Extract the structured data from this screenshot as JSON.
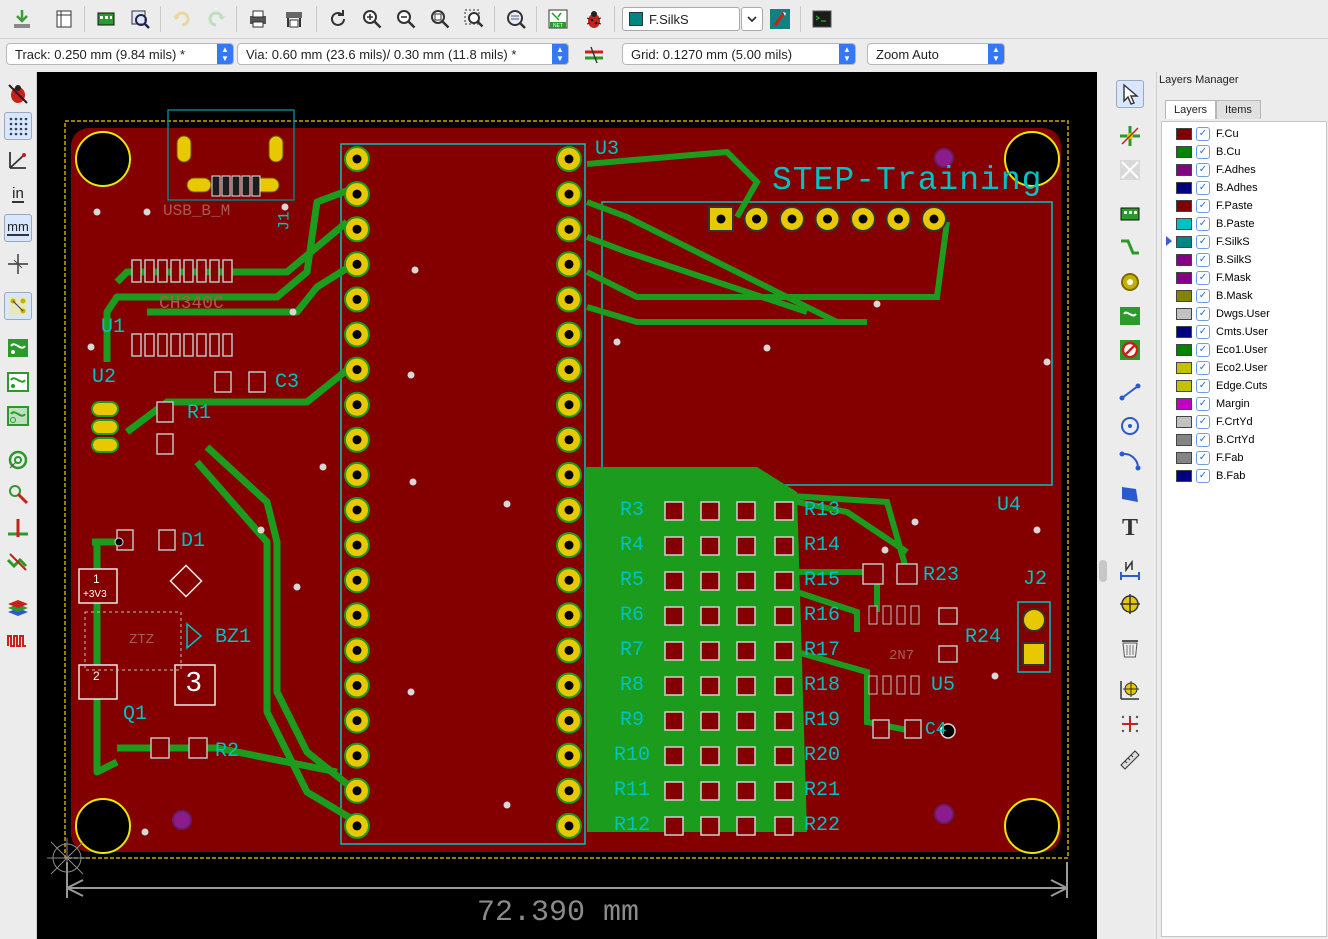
{
  "top_toolbar": {
    "icons": [
      "save-board-icon",
      "page-settings-icon",
      "net-inspector-icon",
      "find-icon",
      "undo-icon",
      "redo-icon",
      "print-icon",
      "plot-icon",
      "redraw-icon",
      "zoom-in-icon",
      "zoom-out-icon",
      "zoom-fit-icon",
      "zoom-selection-icon",
      "find-item-icon",
      "netlist-icon",
      "drc-bug-icon",
      "layer-pair-icon",
      "scripting-console-icon"
    ],
    "active_layer": "F.SilkS"
  },
  "second_toolbar": {
    "track": "Track: 0.250 mm (9.84 mils) *",
    "via": "Via: 0.60 mm (23.6 mils)/ 0.30 mm (11.8 mils) *",
    "grid": "Grid: 0.1270 mm (5.00 mils)",
    "zoom": "Zoom Auto"
  },
  "left_toolbar": {
    "icons": [
      "drc-off-icon",
      "grid-toggle-icon",
      "polar-coords-icon",
      "inch-units-icon",
      "mm-units-icon",
      "full-cursor-icon",
      "ratsnest-icon",
      "zone-fill-icon",
      "zone-outline-icon",
      "zone-sketch-icon",
      "via-sketch-icon",
      "track-sketch-icon",
      "highcontrast-icon",
      "microwave-tools-icon",
      "layers-manager-toggle-icon",
      "length-tune-icon"
    ],
    "inch_label": "in",
    "mm_label": "mm"
  },
  "right_toolbar": {
    "icons": [
      "select-arrow-icon",
      "highlight-net-icon",
      "local-ratsnest-icon",
      "add-footprint-icon",
      "route-track-icon",
      "add-via-icon",
      "add-zone-icon",
      "add-keepout-icon",
      "add-line-icon",
      "add-circle-icon",
      "add-arc-icon",
      "add-polygon-icon",
      "add-text-icon",
      "add-dimension-icon",
      "target-icon",
      "delete-icon",
      "set-origin-icon",
      "grid-origin-icon",
      "measure-icon"
    ],
    "text_tool_glyph": "T"
  },
  "layers_panel": {
    "title": "Layers Manager",
    "tabs": [
      "Layers",
      "Items"
    ],
    "active_tab": "Layers",
    "selected_layer": "F.SilkS",
    "layers": [
      {
        "name": "F.Cu",
        "color": "#840000",
        "visible": true
      },
      {
        "name": "B.Cu",
        "color": "#008400",
        "visible": true
      },
      {
        "name": "F.Adhes",
        "color": "#840084",
        "visible": true
      },
      {
        "name": "B.Adhes",
        "color": "#000084",
        "visible": true
      },
      {
        "name": "F.Paste",
        "color": "#840000",
        "visible": true
      },
      {
        "name": "B.Paste",
        "color": "#00c2c2",
        "visible": true
      },
      {
        "name": "F.SilkS",
        "color": "#008484",
        "visible": true
      },
      {
        "name": "B.SilkS",
        "color": "#840084",
        "visible": true
      },
      {
        "name": "F.Mask",
        "color": "#840084",
        "visible": true
      },
      {
        "name": "B.Mask",
        "color": "#848400",
        "visible": true
      },
      {
        "name": "Dwgs.User",
        "color": "#c2c2c2",
        "visible": true
      },
      {
        "name": "Cmts.User",
        "color": "#000084",
        "visible": true
      },
      {
        "name": "Eco1.User",
        "color": "#008400",
        "visible": true
      },
      {
        "name": "Eco2.User",
        "color": "#c2c200",
        "visible": true
      },
      {
        "name": "Edge.Cuts",
        "color": "#c2c200",
        "visible": true
      },
      {
        "name": "Margin",
        "color": "#c200c2",
        "visible": true
      },
      {
        "name": "F.CrtYd",
        "color": "#c2c2c2",
        "visible": true
      },
      {
        "name": "B.CrtYd",
        "color": "#848484",
        "visible": true
      },
      {
        "name": "F.Fab",
        "color": "#848484",
        "visible": true
      },
      {
        "name": "B.Fab",
        "color": "#000084",
        "visible": true
      }
    ]
  },
  "board": {
    "title_text": "STEP-Training",
    "dimension": "72.390 mm",
    "references": {
      "u3": "U3",
      "u1": "U1",
      "u2": "U2",
      "u4": "U4",
      "u5": "U5",
      "j1": "J1",
      "j2": "J2",
      "r1": "R1",
      "r2": "R2",
      "c3": "C3",
      "d1": "D1",
      "bz1": "BZ1",
      "q1": "Q1",
      "r23": "R23",
      "r24": "R24",
      "c4": "C4"
    },
    "resistor_left": [
      "R3",
      "R4",
      "R5",
      "R6",
      "R7",
      "R8",
      "R9",
      "R10",
      "R11",
      "R12"
    ],
    "resistor_right": [
      "R13",
      "R14",
      "R15",
      "R16",
      "R17",
      "R18",
      "R19",
      "R20",
      "R21",
      "R22"
    ],
    "ghost_labels": {
      "usb": "USB_B_M",
      "ic": "CH340C",
      "trans": "ZTZ",
      "u5_val": "2N7"
    },
    "pad_labels": {
      "pad1": "1",
      "pad1_sub": "+3V3",
      "pad2": "2",
      "pad3": "3"
    }
  }
}
